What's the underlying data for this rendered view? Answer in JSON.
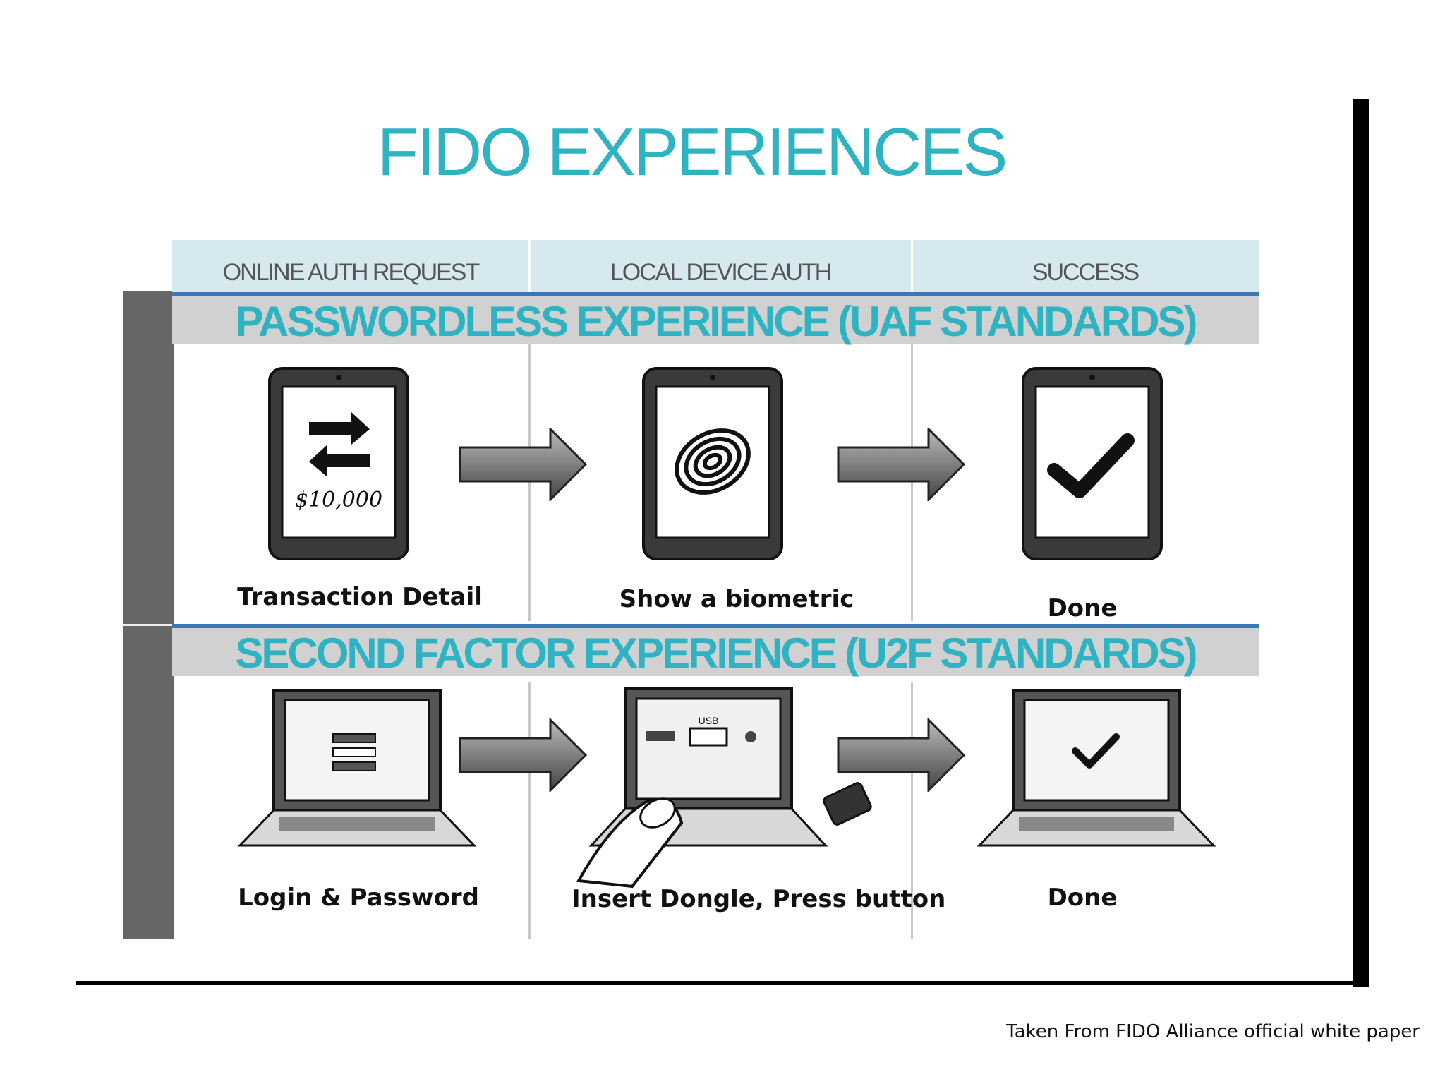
{
  "title": "FIDO EXPERIENCES",
  "columns": [
    "ONLINE AUTH REQUEST",
    "LOCAL DEVICE AUTH",
    "SUCCESS"
  ],
  "sections": [
    {
      "heading": "PASSWORDLESS EXPERIENCE (UAF STANDARDS)",
      "steps": [
        {
          "caption": "Transaction Detail",
          "icon": "tablet-transaction-icon",
          "screen_text": "$10,000"
        },
        {
          "caption": "Show a biometric",
          "icon": "tablet-fingerprint-icon"
        },
        {
          "caption": "Done",
          "icon": "tablet-checkmark-icon"
        }
      ]
    },
    {
      "heading": "SECOND FACTOR EXPERIENCE (U2F STANDARDS)",
      "steps": [
        {
          "caption": "Login & Password",
          "icon": "laptop-login-icon"
        },
        {
          "caption": "Insert Dongle, Press button",
          "icon": "laptop-usb-dongle-icon",
          "screen_text": "USB"
        },
        {
          "caption": "Done",
          "icon": "laptop-checkmark-icon"
        }
      ]
    }
  ],
  "footnote": "Taken From FIDO Alliance official white paper",
  "colors": {
    "accent": "#2fb3c3",
    "header_band": "#d6e9ef",
    "section_band": "#d1d1d1",
    "divider_blue": "#3778b5",
    "left_bar": "#666666"
  }
}
